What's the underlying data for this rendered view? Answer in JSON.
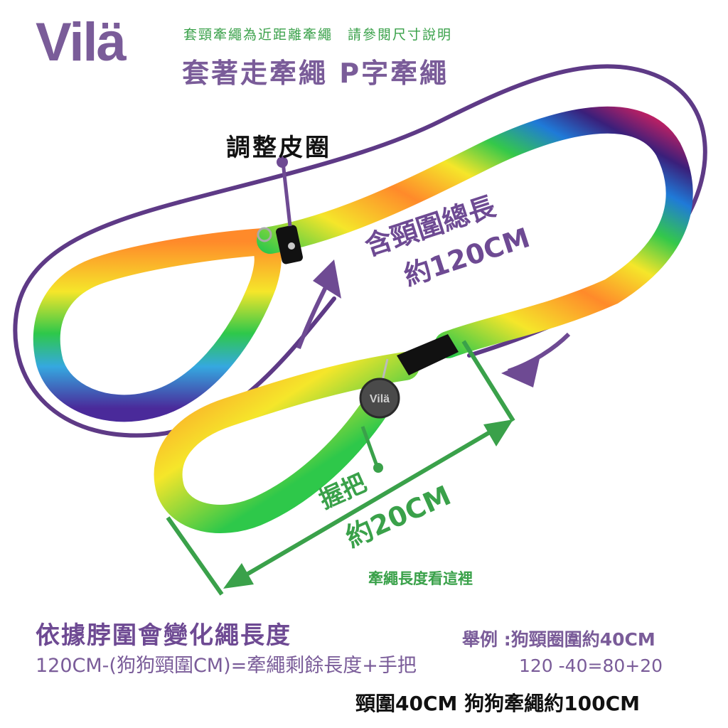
{
  "brand": {
    "logo": "Vilä"
  },
  "header": {
    "subtitle": "套頸牽繩為近距離牽繩　請參閱尺寸說明",
    "title": "套著走牽繩 P字牽繩"
  },
  "labels": {
    "adjust_ring": "調整皮圈",
    "total_length_line1": "含頸圍總長",
    "total_length_line2": "約120CM",
    "grip": "握把",
    "grip_length": "約20CM",
    "look_here": "牽繩長度看這裡",
    "tag_brand": "Vilä"
  },
  "notes": {
    "line1": "依據脖圍會變化繩長度",
    "line2": "120CM-(狗狗頸圍CM)=牽繩剩餘長度+手把"
  },
  "example": {
    "line1": "舉例 :狗頸圈圍約40CM",
    "line2": "120 -40=80+20",
    "conclusion": "頸圍40CM 狗狗牽繩約100CM"
  },
  "colors": {
    "brand_purple": "#7a5c99",
    "accent_green": "#3aa14a",
    "outline_purple": "#5e3a86"
  }
}
